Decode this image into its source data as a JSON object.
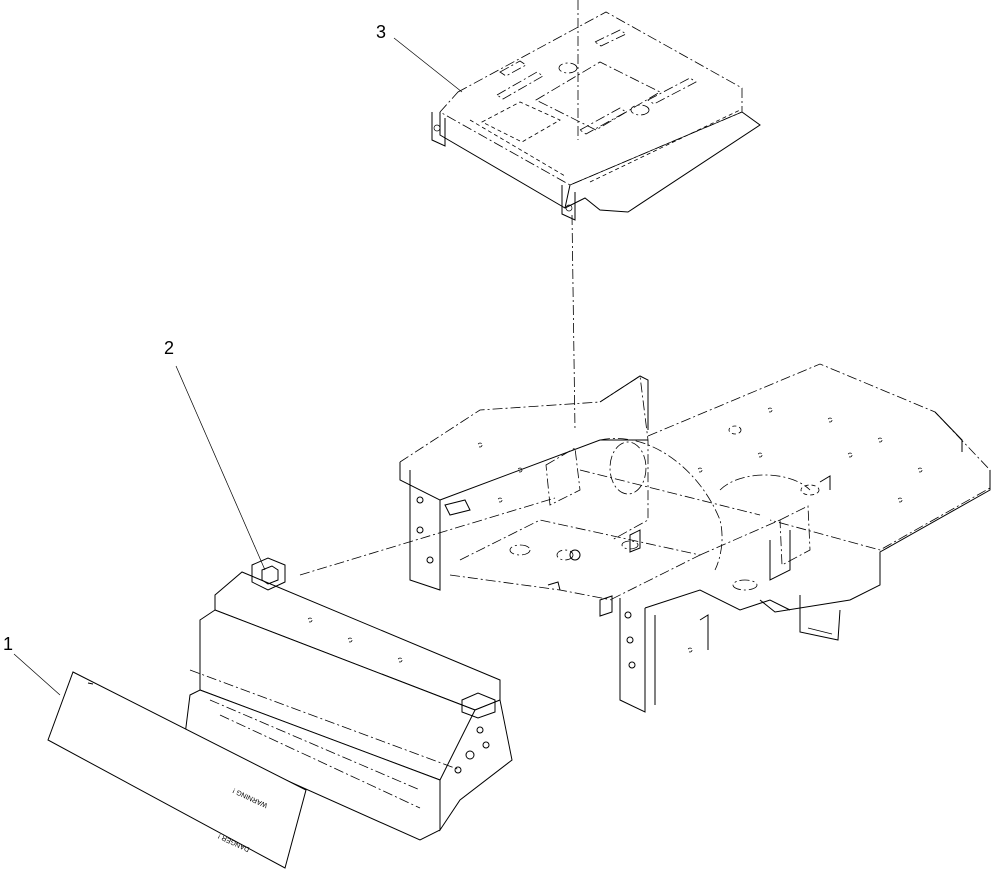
{
  "diagram": {
    "callouts": [
      {
        "id": "1",
        "label": "1"
      },
      {
        "id": "2",
        "label": "2"
      },
      {
        "id": "3",
        "label": "3"
      }
    ],
    "decal": {
      "warning_text": "WARNING !",
      "danger_text": "DANGER !"
    }
  }
}
